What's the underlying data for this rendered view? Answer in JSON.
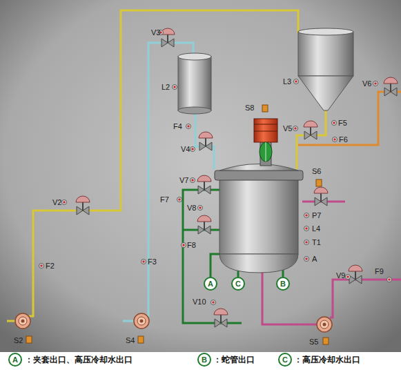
{
  "diagram": {
    "nodes": [
      {
        "text": [
          "A"
        ]
      },
      {
        "text": [
          "C"
        ]
      },
      {
        "text": [
          "B"
        ]
      },
      {
        "text": [
          "A"
        ]
      },
      {
        "text": [
          "B"
        ]
      },
      {
        "text": [
          "C"
        ]
      }
    ],
    "labels": [
      "V3",
      "V2",
      "L2",
      "F4",
      "V4",
      "L3",
      "S8",
      "V6",
      "V5",
      "F5",
      "F6",
      "S6",
      "V7",
      "F7",
      "V8",
      "F8",
      "P7",
      "L4",
      "T1",
      "A",
      "F3",
      "F2",
      "V10",
      "V9",
      "F9",
      "S2",
      "S4",
      "S5",
      "：夹套出口、高压冷却水出口",
      "：蛇管出口",
      "：高压冷却水出口"
    ]
  }
}
